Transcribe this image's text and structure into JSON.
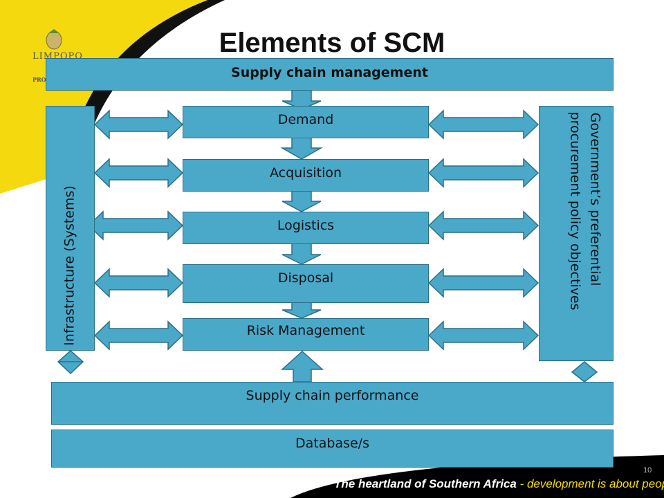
{
  "slide": {
    "title": "Elements of SCM",
    "page_number": "10",
    "footer_bold": "The heartland of Southern Africa",
    "footer_rest": " - development is about people",
    "logo_text": "LIMPOPO",
    "logo_subtext": "PROVI"
  },
  "diagram": {
    "top_box": "Supply chain management",
    "stages": [
      "Demand",
      "Acquisition",
      "Logistics",
      "Disposal",
      "Risk Management"
    ],
    "left_column": "Infrastructure (Systems)",
    "right_column_line1": "Government’s preferential",
    "right_column_line2": "procurement policy objectives",
    "performance_box": "Supply chain performance",
    "database_box": "Database/s"
  },
  "colors": {
    "box_fill": "#4aa8c9",
    "box_border": "#2c6f88",
    "accent_yellow": "#f5d90f",
    "footer_band": "#000000"
  }
}
